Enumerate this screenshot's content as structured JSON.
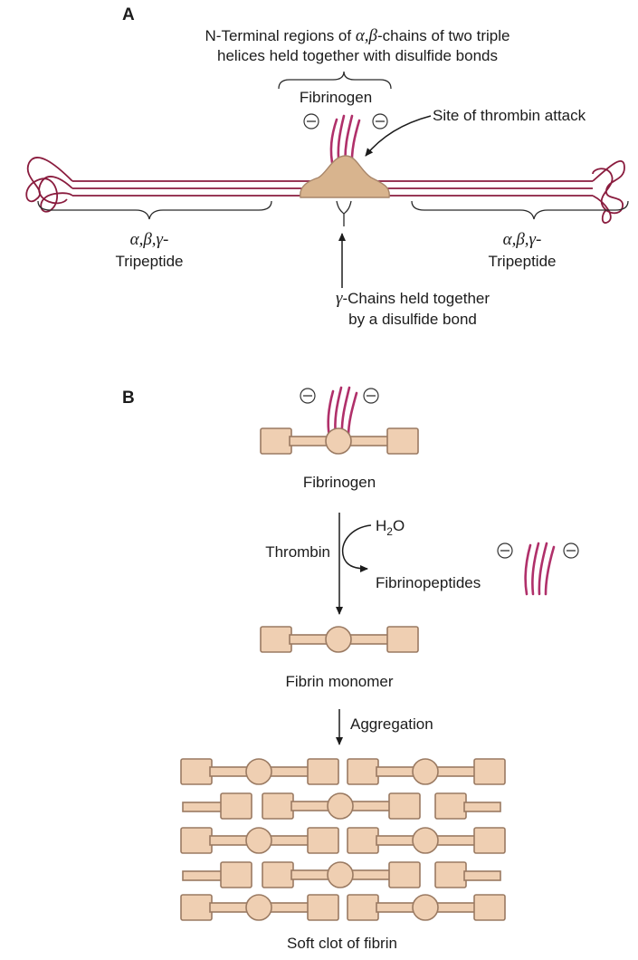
{
  "panel_a": {
    "letter": "A",
    "nterm_line1_prefix": "N-Terminal regions of ",
    "nterm_greek": "α,β",
    "nterm_line1_suffix": "-chains of two triple",
    "nterm_line2": "helices held together with disulfide bonds",
    "fibrinogen_label": "Fibrinogen",
    "thrombin_site": "Site of thrombin attack",
    "left_greek": "α,β,γ-",
    "left_tripeptide": "Tripeptide",
    "right_greek": "α,β,γ-",
    "right_tripeptide": "Tripeptide",
    "gamma_greek": "γ",
    "gamma_line1": "-Chains held together",
    "gamma_line2": "by a disulfide bond"
  },
  "panel_b": {
    "letter": "B",
    "fibrinogen_label": "Fibrinogen",
    "thrombin_label": "Thrombin",
    "water_H": "H",
    "water_sub": "2",
    "water_O": "O",
    "fibrinopeptides_label": "Fibrinopeptides",
    "fibrin_monomer_label": "Fibrin monomer",
    "aggregation_label": "Aggregation",
    "soft_clot_label": "Soft clot of fibrin"
  },
  "colors": {
    "fibrin_fill": "#efcfb2",
    "fibrin_stroke": "#9a7a62",
    "peptide": "#b0306a",
    "chain": "#8a1c3e"
  }
}
